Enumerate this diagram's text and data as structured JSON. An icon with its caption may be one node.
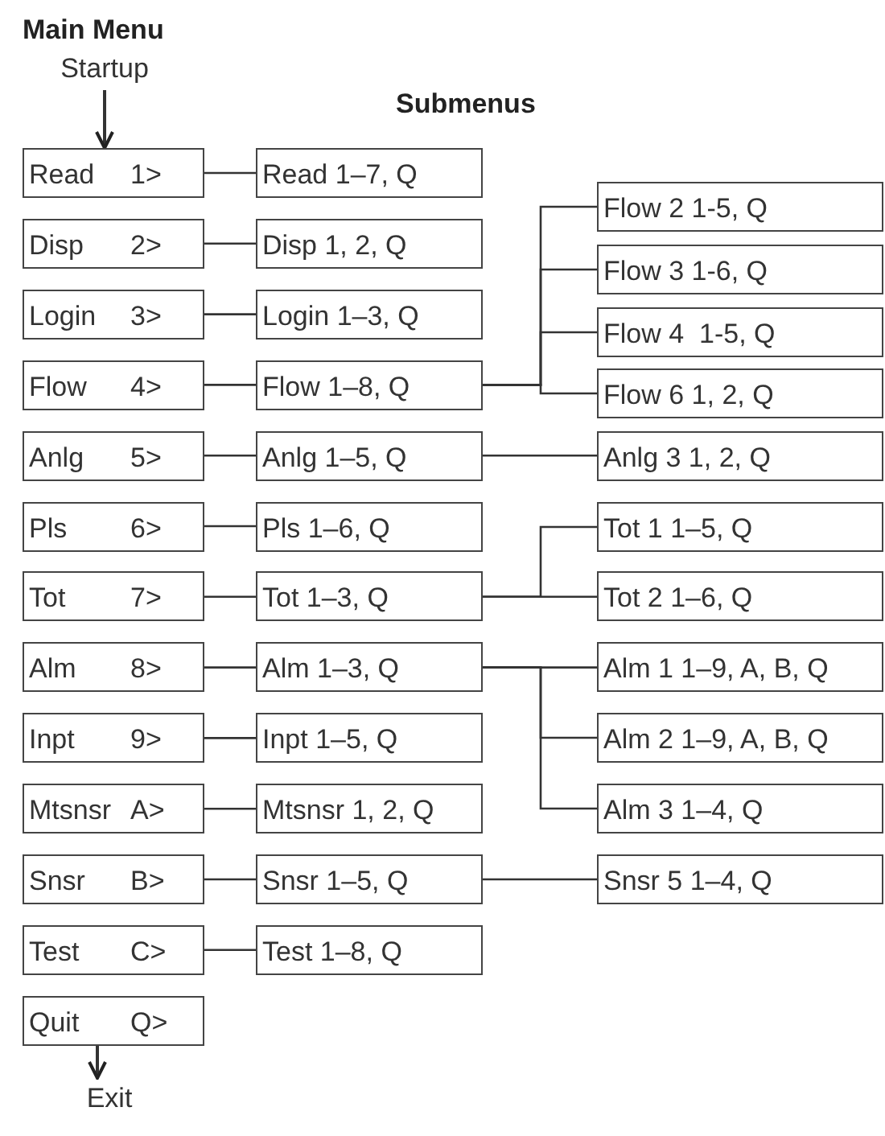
{
  "diagram": {
    "title": "Main Menu",
    "nodes": [
      {
        "text": [
          "Startup"
        ]
      },
      {
        "text": [
          "Read",
          "1>"
        ]
      },
      {
        "text": [
          "Disp",
          "2>"
        ]
      },
      {
        "text": [
          "Login",
          "3>"
        ]
      },
      {
        "text": [
          "Flow",
          "4>"
        ]
      },
      {
        "text": [
          "Anlg",
          "5>"
        ]
      },
      {
        "text": [
          "Pls",
          "6>"
        ]
      },
      {
        "text": [
          "Tot",
          "7>"
        ]
      },
      {
        "text": [
          "Alm",
          "8>"
        ]
      },
      {
        "text": [
          "Inpt",
          "9>"
        ]
      },
      {
        "text": [
          "Mtsnsr",
          "A>"
        ]
      },
      {
        "text": [
          "Snsr",
          "B>"
        ]
      },
      {
        "text": [
          "Test",
          "C>"
        ]
      },
      {
        "text": [
          "Quit",
          "Q>"
        ]
      },
      {
        "text": [
          "Read 1–7, Q"
        ]
      },
      {
        "text": [
          "Disp 1, 2, Q"
        ]
      },
      {
        "text": [
          "Login 1–3, Q"
        ]
      },
      {
        "text": [
          "Flow 1–8, Q"
        ]
      },
      {
        "text": [
          "Anlg 1–5, Q"
        ]
      },
      {
        "text": [
          "Pls 1–6, Q"
        ]
      },
      {
        "text": [
          "Tot 1–3, Q"
        ]
      },
      {
        "text": [
          "Alm 1–3, Q"
        ]
      },
      {
        "text": [
          "Inpt 1–5, Q"
        ]
      },
      {
        "text": [
          "Mtsnsr 1, 2, Q"
        ]
      },
      {
        "text": [
          "Snsr 1–5, Q"
        ]
      },
      {
        "text": [
          "Test 1–8, Q"
        ]
      },
      {
        "text": [
          "Flow 2 1-5, Q"
        ]
      },
      {
        "text": [
          "Flow 3 1-6, Q"
        ]
      },
      {
        "text": [
          "Flow 4  1-5, Q"
        ]
      },
      {
        "text": [
          "Flow 6 1, 2, Q"
        ]
      },
      {
        "text": [
          "Anlg 3 1, 2, Q"
        ]
      },
      {
        "text": [
          "Tot 1 1–5, Q"
        ]
      },
      {
        "text": [
          "Tot 2 1–6, Q"
        ]
      },
      {
        "text": [
          "Alm 1 1–9, A, B, Q"
        ]
      },
      {
        "text": [
          "Alm 2 1–9, A, B, Q"
        ]
      },
      {
        "text": [
          "Alm 3 1–4, Q"
        ]
      },
      {
        "text": [
          "Snsr 5 1–4, Q"
        ]
      },
      {
        "text": [
          "Exit"
        ]
      }
    ],
    "edges": [
      {
        "from": 0,
        "to": 1,
        "arrow": "to"
      },
      {
        "from": 1,
        "to": 14,
        "arrow": "none"
      },
      {
        "from": 2,
        "to": 15,
        "arrow": "none"
      },
      {
        "from": 3,
        "to": 16,
        "arrow": "none"
      },
      {
        "from": 4,
        "to": 17,
        "arrow": "none"
      },
      {
        "from": 5,
        "to": 18,
        "arrow": "none"
      },
      {
        "from": 6,
        "to": 19,
        "arrow": "none"
      },
      {
        "from": 7,
        "to": 20,
        "arrow": "none"
      },
      {
        "from": 8,
        "to": 21,
        "arrow": "none"
      },
      {
        "from": 9,
        "to": 22,
        "arrow": "none"
      },
      {
        "from": 10,
        "to": 23,
        "arrow": "none"
      },
      {
        "from": 11,
        "to": 24,
        "arrow": "none"
      },
      {
        "from": 12,
        "to": 25,
        "arrow": "none"
      },
      {
        "from": 17,
        "to": 26,
        "arrow": "none"
      },
      {
        "from": 17,
        "to": 27,
        "arrow": "none"
      },
      {
        "from": 17,
        "to": 28,
        "arrow": "none"
      },
      {
        "from": 17,
        "to": 29,
        "arrow": "none"
      },
      {
        "from": 18,
        "to": 30,
        "arrow": "none"
      },
      {
        "from": 20,
        "to": 31,
        "arrow": "none"
      },
      {
        "from": 20,
        "to": 32,
        "arrow": "none"
      },
      {
        "from": 21,
        "to": 33,
        "arrow": "none"
      },
      {
        "from": 21,
        "to": 34,
        "arrow": "none"
      },
      {
        "from": 21,
        "to": 35,
        "arrow": "none"
      },
      {
        "from": 24,
        "to": 36,
        "arrow": "none"
      },
      {
        "from": 13,
        "to": 37,
        "arrow": "to"
      }
    ],
    "labels": [
      "Submenus"
    ]
  }
}
